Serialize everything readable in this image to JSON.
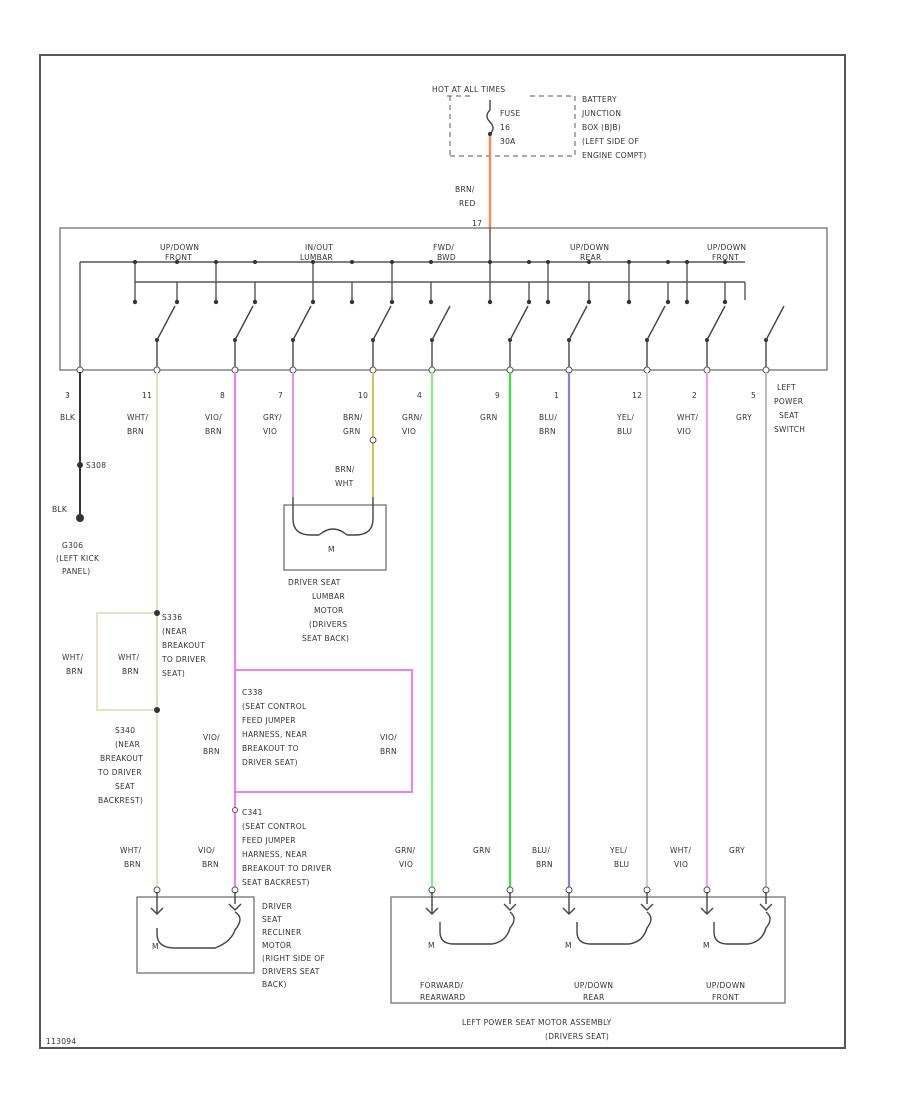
{
  "source": {
    "header": "HOT AT ALL TIMES",
    "fuse": [
      "FUSE",
      "16",
      "30A"
    ],
    "location": [
      "BATTERY",
      "JUNCTION",
      "BOX (BJB)",
      "(LEFT SIDE OF",
      "ENGINE COMPT)"
    ],
    "feed_wire": [
      "BRN/",
      "RED"
    ],
    "feed_pin": "17"
  },
  "switch": {
    "groups": [
      "UP/DOWN",
      "IN/OUT",
      "FWD/",
      "UP/DOWN",
      "UP/DOWN"
    ],
    "groups2": [
      "FRONT",
      "LUMBAR",
      "BWD",
      "REAR",
      "FRONT"
    ],
    "label": [
      "LEFT",
      "POWER",
      "SEAT",
      "SWITCH"
    ]
  },
  "pins": [
    {
      "pin": "3",
      "wire": [
        "BLK",
        ""
      ]
    },
    {
      "pin": "11",
      "wire": [
        "WHT/",
        "BRN"
      ]
    },
    {
      "pin": "8",
      "wire": [
        "VIO/",
        "BRN"
      ]
    },
    {
      "pin": "7",
      "wire": [
        "GRY/",
        "VIO"
      ]
    },
    {
      "pin": "10",
      "wire": [
        "BRN/",
        "GRN"
      ]
    },
    {
      "pin": "4",
      "wire": [
        "GRN/",
        "VIO"
      ]
    },
    {
      "pin": "9",
      "wire": [
        "GRN",
        ""
      ]
    },
    {
      "pin": "1",
      "wire": [
        "BLU/",
        "BRN"
      ]
    },
    {
      "pin": "12",
      "wire": [
        "YEL/",
        "BLU"
      ]
    },
    {
      "pin": "2",
      "wire": [
        "WHT/",
        "VIO"
      ]
    },
    {
      "pin": "5",
      "wire": [
        "GRY",
        ""
      ]
    }
  ],
  "ground": {
    "splice": "S308",
    "wire_bottom": "BLK",
    "label": [
      "G306",
      "(LEFT KICK",
      "PANEL)"
    ]
  },
  "lumbar": {
    "wire_in": [
      "BRN/",
      "WHT"
    ],
    "motor": "M",
    "label": [
      "DRIVER SEAT",
      "LUMBAR",
      "MOTOR",
      "(DRIVERS",
      "SEAT BACK)"
    ]
  },
  "splice_s336": {
    "wire": [
      "WHT/",
      "BRN"
    ],
    "wire_inner": [
      "WHT/",
      "BRN"
    ],
    "label": [
      "S336",
      "(NEAR",
      "BREAKOUT",
      "TO DRIVER",
      "SEAT)"
    ]
  },
  "splice_s340": {
    "label": [
      "S340",
      "(NEAR",
      "BREAKOUT",
      "TO DRIVER",
      "SEAT",
      "BACKREST)"
    ]
  },
  "jumper_c338": {
    "wire_left": [
      "VIO/",
      "BRN"
    ],
    "wire_right": [
      "VIO/",
      "BRN"
    ],
    "label": [
      "C338",
      "(SEAT CONTROL",
      "FEED JUMPER",
      "HARNESS, NEAR",
      "BREAKOUT TO",
      "DRIVER SEAT)"
    ]
  },
  "jumper_c341": {
    "label": [
      "C341",
      "(SEAT CONTROL",
      "FEED JUMPER",
      "HARNESS, NEAR",
      "BREAKOUT TO DRIVER",
      "SEAT BACKREST)"
    ]
  },
  "bottom_wires": [
    {
      "wire": [
        "WHT/",
        "BRN"
      ]
    },
    {
      "wire": [
        "VIO/",
        "BRN"
      ]
    },
    {
      "wire": [
        "GRN/",
        "VIO"
      ]
    },
    {
      "wire": [
        "GRN",
        ""
      ]
    },
    {
      "wire": [
        "BLU/",
        "BRN"
      ]
    },
    {
      "wire": [
        "YEL/",
        "BLU"
      ]
    },
    {
      "wire": [
        "WHT/",
        "VIO"
      ]
    },
    {
      "wire": [
        "GRY",
        ""
      ]
    }
  ],
  "recliner": {
    "motor": "M",
    "label": [
      "DRIVER",
      "SEAT",
      "RECLINER",
      "MOTOR",
      "(RIGHT SIDE OF",
      "DRIVERS SEAT",
      "BACK)"
    ]
  },
  "motor_assembly": {
    "motors": [
      "M",
      "M",
      "M"
    ],
    "labels1": [
      "FORWARD/",
      "UP/DOWN",
      "UP/DOWN"
    ],
    "labels2": [
      "REARWARD",
      "REAR",
      "FRONT"
    ],
    "label": [
      "LEFT POWER SEAT MOTOR ASSEMBLY",
      "(DRIVERS SEAT)"
    ]
  },
  "footer": "113094",
  "colors": {
    "frame": "#555555",
    "brn_red": "#f08c5a",
    "wht_brn": "#e8e0c0",
    "vio_brn": "#f080f0",
    "gry_vio": "#e890e8",
    "brn_grn": "#c8c860",
    "grn_vio": "#80f080",
    "grn": "#40e040",
    "blu_brn": "#8080e0",
    "yel_blu": "#cccccc",
    "wht_vio": "#f0a0f0",
    "gry": "#bbbbbb",
    "blk": "#333333"
  }
}
